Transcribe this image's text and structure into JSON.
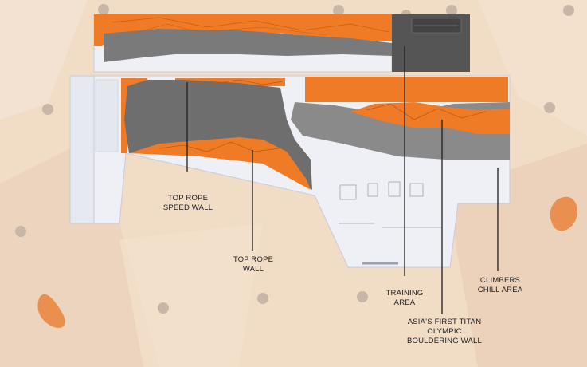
{
  "labels": {
    "speed_wall": [
      "TOP ROPE",
      "SPEED WALL"
    ],
    "rope_wall": [
      "TOP ROPE",
      "WALL"
    ],
    "training_area": [
      "TRAINING",
      "AREA"
    ],
    "chill_area": [
      "CLIMBERS",
      "CHILL AREA"
    ],
    "titan_wall": [
      "ASIA'S FIRST TITAN",
      "OLYMPIC",
      "BOULDERING WALL"
    ]
  },
  "caption": "",
  "colors": {
    "background": "#f1dcc6",
    "wall_orange": "#f07b26",
    "floor_grey": "#7a7a7a",
    "dark_block": "#555555",
    "building": "#eef0f5",
    "decor_dot": "#c9b6a6",
    "decor_blob": "#e8843c"
  }
}
